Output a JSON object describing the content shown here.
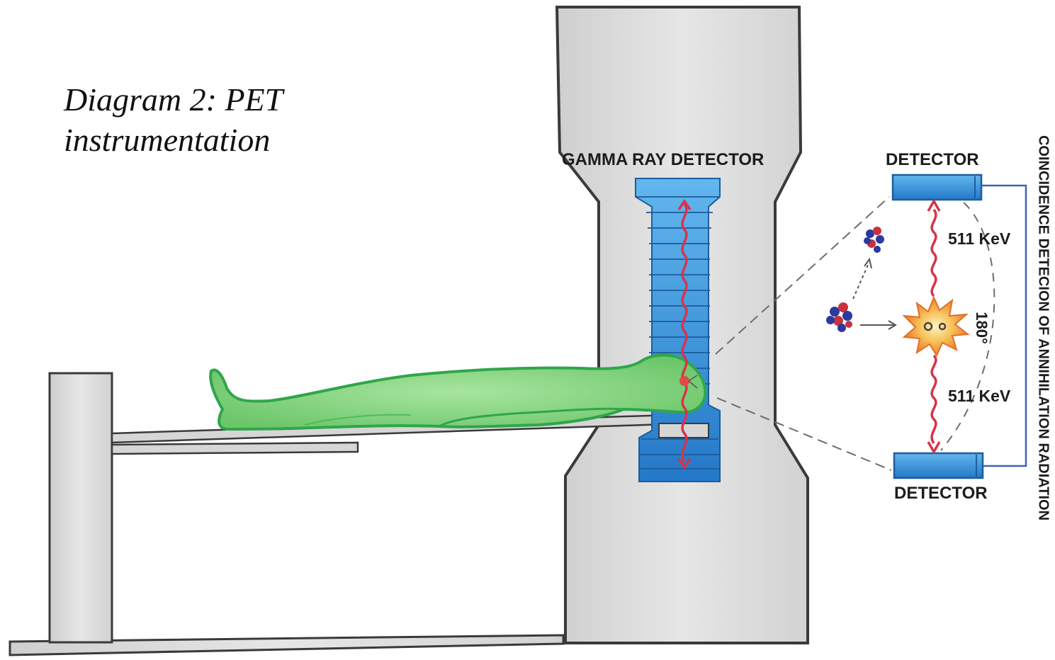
{
  "title": "Diagram 2: PET\ninstrumentation",
  "labels": {
    "gamma_ray_detector": "GAMMA RAY DETECTOR",
    "detector_top": "DETECTOR",
    "detector_bottom": "DETECTOR",
    "energy_top": "511 KeV",
    "energy_bottom": "511 KeV",
    "angle": "180°",
    "coincidence": "COINCIDENCE DETECION OF ANNIHILATION RADIATION"
  },
  "colors": {
    "scanner_gray": "#d9d9d9",
    "detector_blue": "#2f8fd9",
    "body_green": "#7dd07a",
    "wave_red": "#d8334a",
    "burst_orange": "#f39a3c",
    "wire_blue": "#3a64b8"
  }
}
